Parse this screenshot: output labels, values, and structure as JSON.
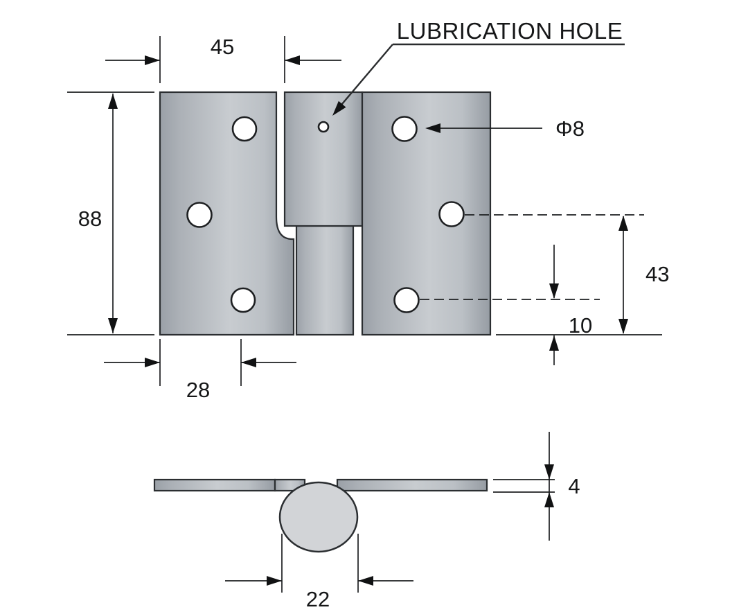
{
  "drawing": {
    "title_note": "LUBRICATION HOLE",
    "callouts": {
      "lubrication_hole": "LUBRICATION HOLE",
      "screw_hole_diameter": "Φ8"
    },
    "dimensions": {
      "top_view": {
        "leaf_width": "45",
        "hinge_height": "88",
        "hole_column_offset": "28",
        "middle_hole_to_bottom": "43",
        "bottom_hole_to_bottom": "10"
      },
      "side_view": {
        "leaf_thickness": "4",
        "knuckle_diameter": "22"
      }
    },
    "colors": {
      "background": "#ffffff",
      "outline": "#2b2e31",
      "dimension_line": "#1d1f21",
      "text": "#161718",
      "plate_dark": "#9aa0a7",
      "plate_light": "#c8ccd0",
      "knuckle_fill": "#d2d4d7"
    }
  }
}
